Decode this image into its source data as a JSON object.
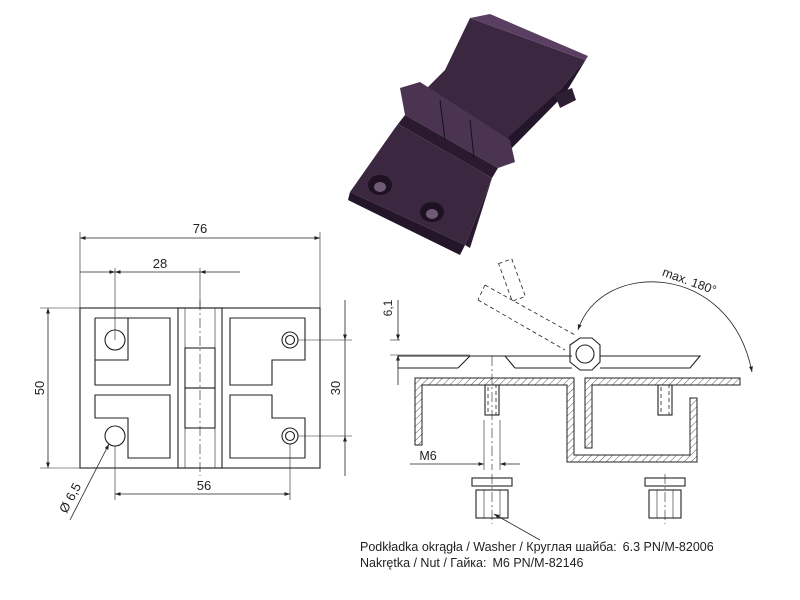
{
  "dimensions": {
    "overall_width": "76",
    "hole_spacing_top": "28",
    "overall_height": "50",
    "hole_spacing_vertical": "30",
    "hole_spacing_bottom": "56",
    "hole_diameter": "Ø 6,5",
    "offset_height": "6,1",
    "thread": "M6",
    "rotation": "max. 180°"
  },
  "notes": {
    "washer_label": "Podkładka okrągła / Washer / Круглая шайба:",
    "washer_value": "6.3 PN/M-82006",
    "nut_label": "Nakrętka / Nut / Гайка:",
    "nut_value": "M6 PN/M-82146"
  },
  "colors": {
    "render": "#3b2740",
    "render_light": "#5a3f63",
    "render_dark": "#24162a"
  }
}
